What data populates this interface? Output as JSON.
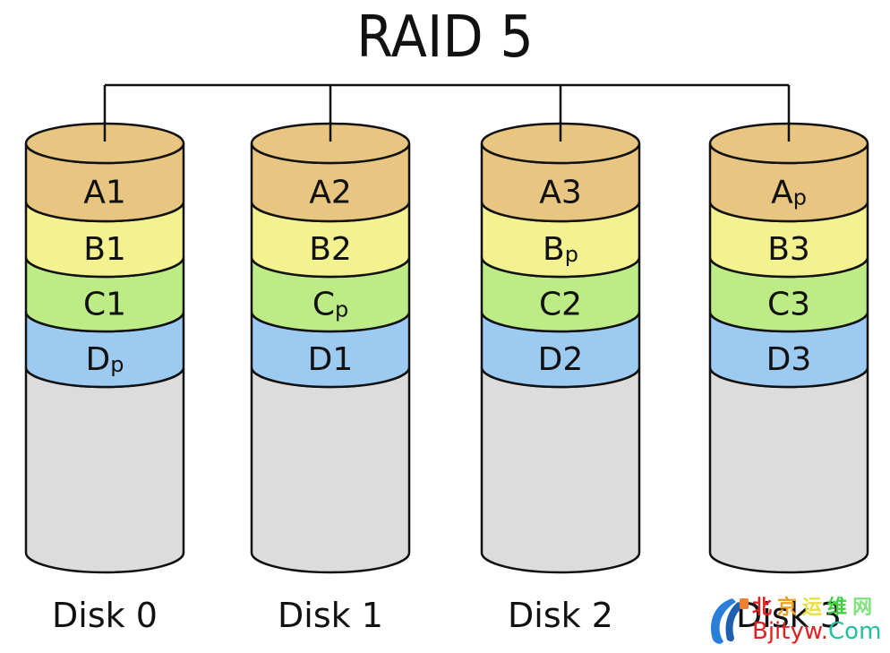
{
  "title": "RAID 5",
  "colors": {
    "stripe_A": "#e8c682",
    "stripe_B": "#f3f190",
    "stripe_C": "#bdec86",
    "stripe_D": "#9ccaf0",
    "empty": "#dcdcdc",
    "outline": "#111111"
  },
  "stripes": [
    "A",
    "B",
    "C",
    "D"
  ],
  "disks": [
    {
      "label": "Disk 0",
      "blocks": [
        {
          "main": "A",
          "sub": "1",
          "parity": false
        },
        {
          "main": "B",
          "sub": "1",
          "parity": false
        },
        {
          "main": "C",
          "sub": "1",
          "parity": false
        },
        {
          "main": "D",
          "sub": "p",
          "parity": true
        }
      ]
    },
    {
      "label": "Disk 1",
      "blocks": [
        {
          "main": "A",
          "sub": "2",
          "parity": false
        },
        {
          "main": "B",
          "sub": "2",
          "parity": false
        },
        {
          "main": "C",
          "sub": "p",
          "parity": true
        },
        {
          "main": "D",
          "sub": "1",
          "parity": false
        }
      ]
    },
    {
      "label": "Disk 2",
      "blocks": [
        {
          "main": "A",
          "sub": "3",
          "parity": false
        },
        {
          "main": "B",
          "sub": "p",
          "parity": true
        },
        {
          "main": "C",
          "sub": "2",
          "parity": false
        },
        {
          "main": "D",
          "sub": "2",
          "parity": false
        }
      ]
    },
    {
      "label": "Disk 3",
      "blocks": [
        {
          "main": "A",
          "sub": "p",
          "parity": true
        },
        {
          "main": "B",
          "sub": "3",
          "parity": false
        },
        {
          "main": "C",
          "sub": "3",
          "parity": false
        },
        {
          "main": "D",
          "sub": "3",
          "parity": false
        }
      ]
    }
  ],
  "watermark": {
    "cn_chars": [
      "北",
      "京",
      "运",
      "维",
      "网"
    ],
    "cn_colors": [
      "#e02020",
      "#f0a020",
      "#e8e040",
      "#40d040",
      "#80e080"
    ],
    "en_part1": "Bjityw",
    "en_dot": ".",
    "en_part2": "Com",
    "en_color1": "#e02020",
    "en_color2": "#20c0a0"
  }
}
